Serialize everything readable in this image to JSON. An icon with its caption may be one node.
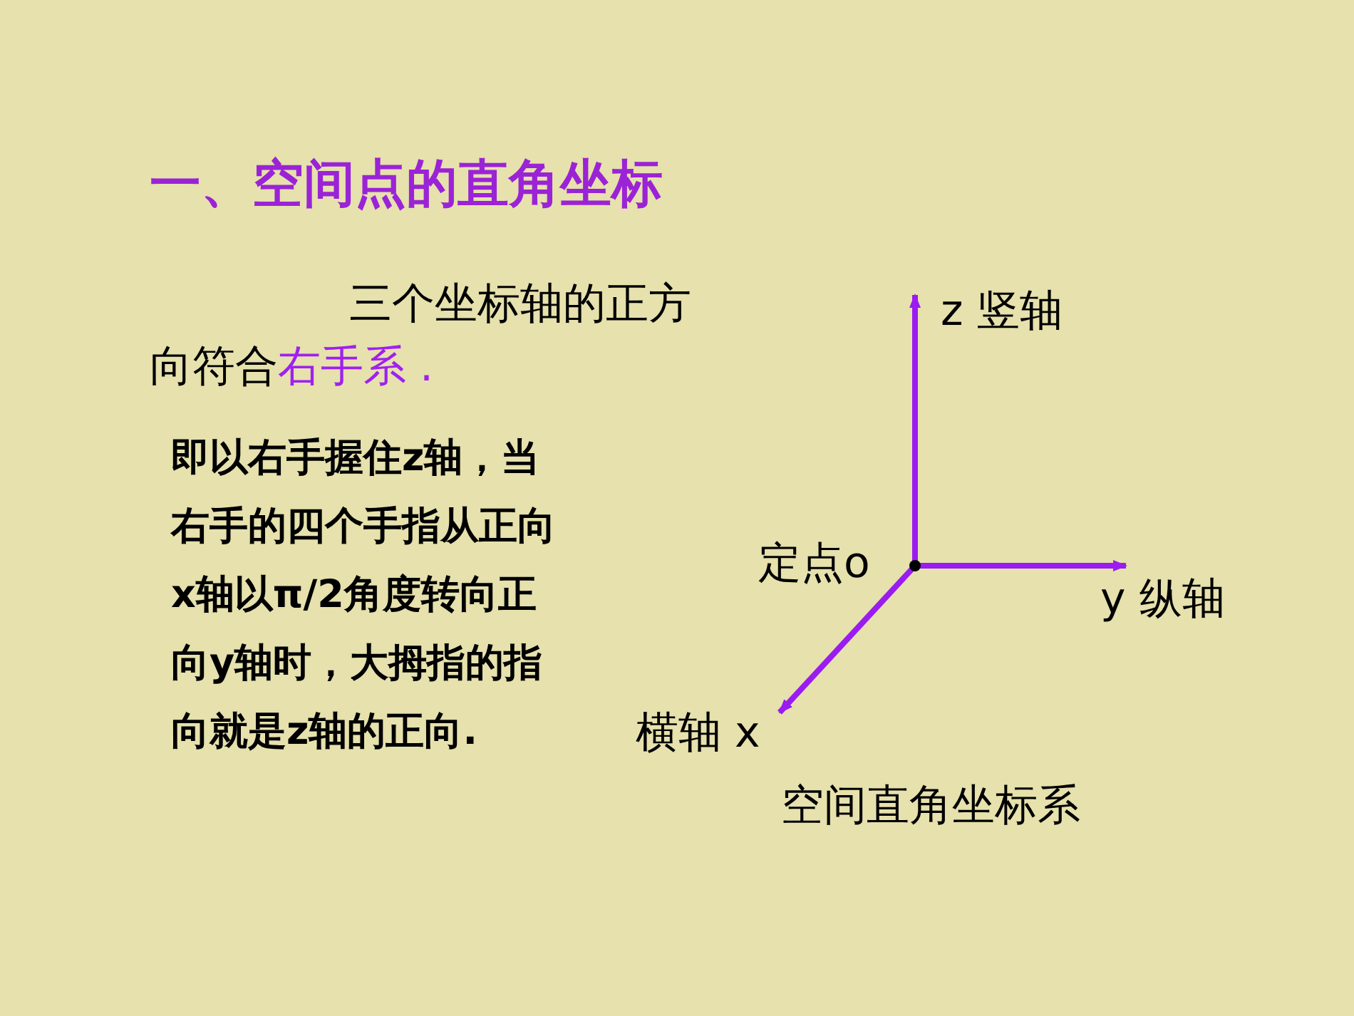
{
  "diagram": {
    "title": "一、空间点的直角坐标",
    "caption": "空间直角坐标系",
    "labels": [
      "三个坐标轴的正方向符合",
      "右手系 .",
      "即以右手握住z轴，当右手的四个手指从正向x轴以π/2角度转向正向y轴时，大拇指的指向就是z轴的正向.",
      "z 竖轴",
      "定点o",
      "y 纵轴",
      "横轴 x"
    ]
  }
}
